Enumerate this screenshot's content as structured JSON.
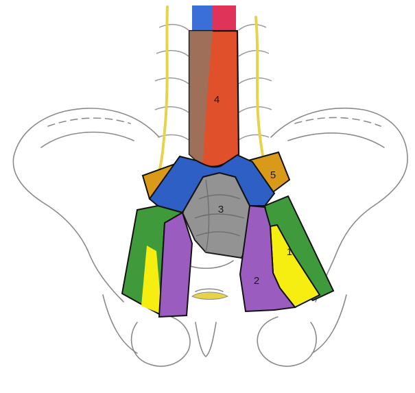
{
  "figure": {
    "labels": {
      "zone_1": "1",
      "zone_2": "2",
      "zone_3": "3",
      "zone_4": "4",
      "zone_5": "5"
    },
    "colors": {
      "background": "#ffffff",
      "sketch_line": "#8a8a8a",
      "nerve": "#e7d34a",
      "artery": "#e0335a",
      "vein": "#3b6fd8",
      "zone_4_fill": "#e0512b",
      "zone_4_shadow": "#8a7a6b",
      "zone_3_fill": "#8e8e8e",
      "blue_band": "#2d5fc4",
      "zone_5_fill": "#d99a1a",
      "green_band": "#3e9a3a",
      "zone_2_fill": "#9b5cc0",
      "zone_1_fill": "#f5ee10",
      "outline": "#111111"
    }
  }
}
